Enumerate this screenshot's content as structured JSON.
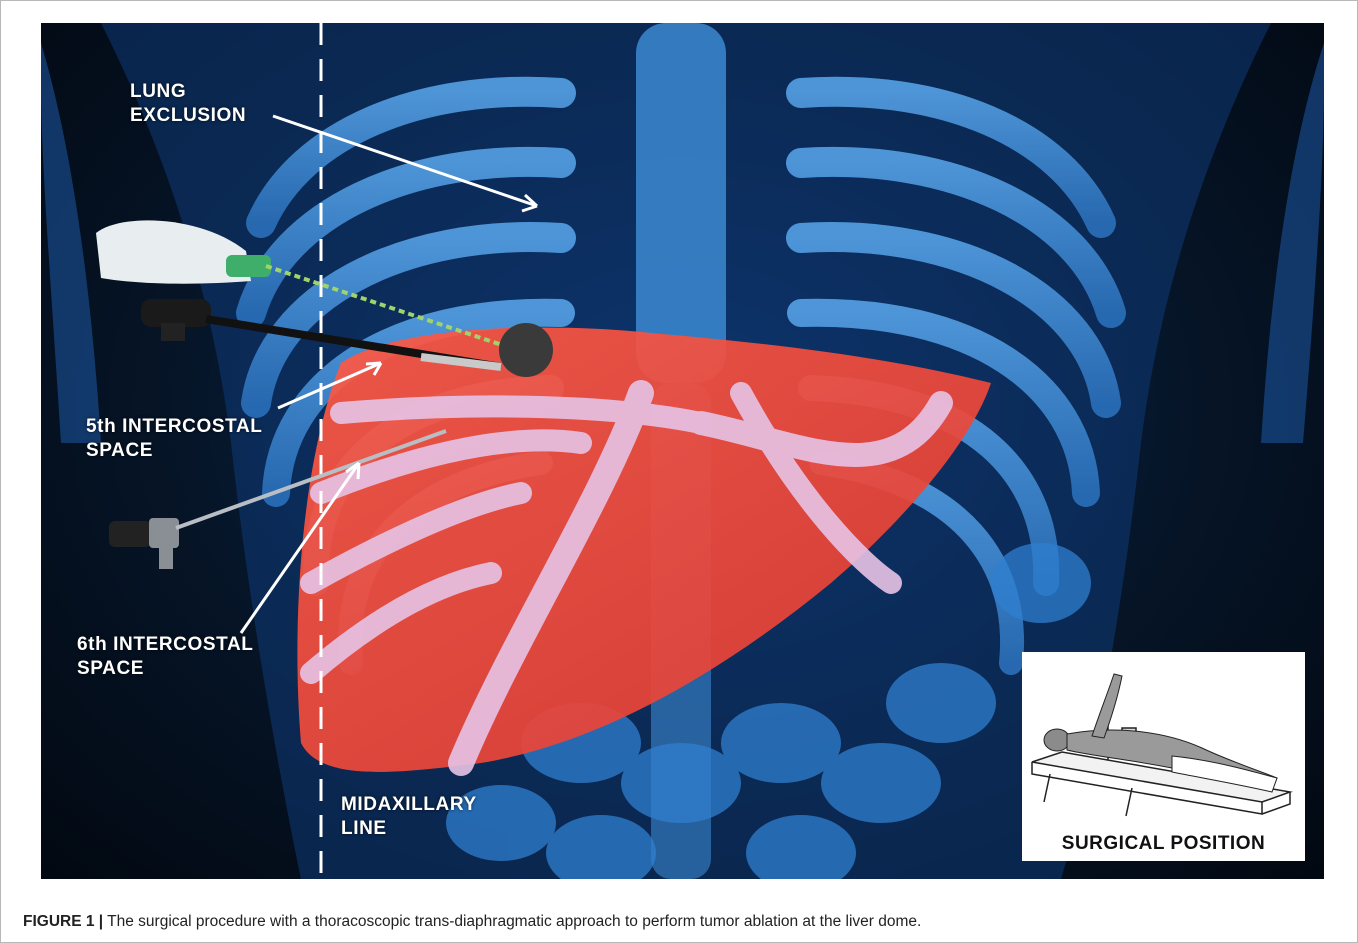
{
  "labels": {
    "lung_exclusion": "LUNG\nEXCLUSION",
    "fifth_intercostal": "5th INTERCOSTAL\nSPACE",
    "sixth_intercostal": "6th INTERCOSTAL\nSPACE",
    "midaxillary": "MIDAXILLARY\nLINE"
  },
  "inset": {
    "title": "SURGICAL POSITION"
  },
  "caption": {
    "figure_id": "FIGURE 1 |",
    "text": " The surgical procedure with a thoracoscopic trans-diaphragmatic approach to perform tumor ablation at the liver dome."
  },
  "colors": {
    "bone": "#3f8fd8",
    "liver": "#f04a3a",
    "diaphragm_overlay": "#e7c3e6",
    "background": "#061528",
    "tumor": "#3a3a3a"
  }
}
